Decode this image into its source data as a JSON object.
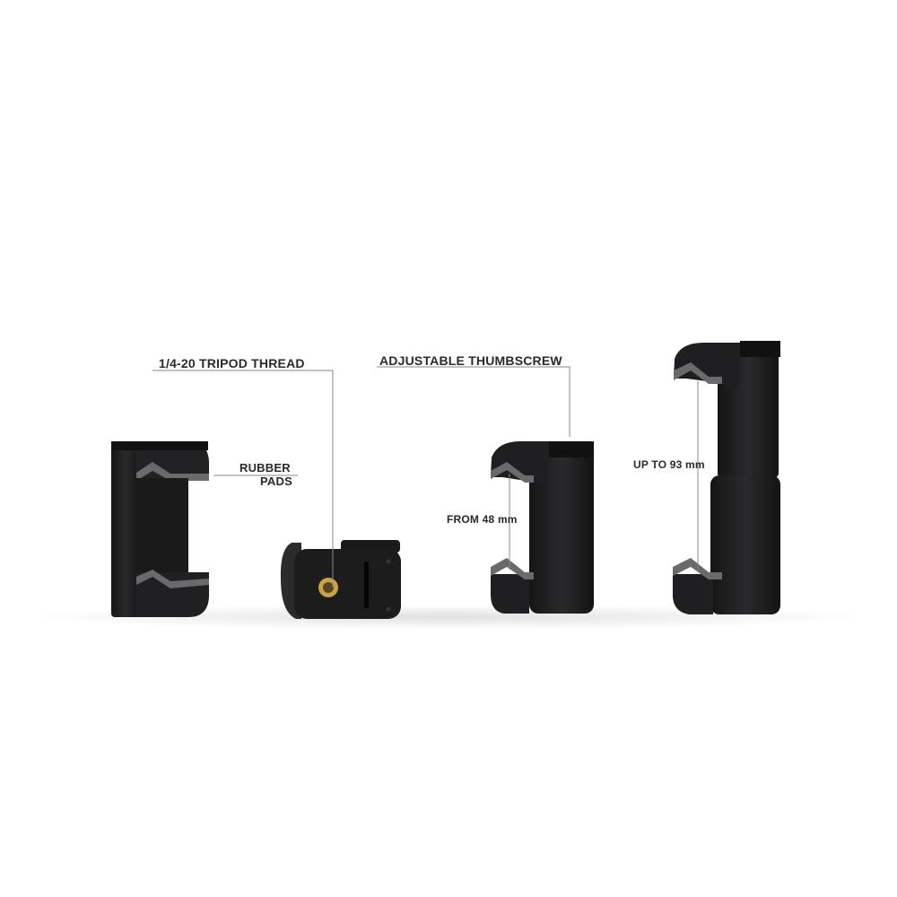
{
  "labels": {
    "tripod_thread": "1/4-20 TRIPOD THREAD",
    "thumbscrew": "ADJUSTABLE THUMBSCREW",
    "rubber": "RUBBER",
    "pads": "PADS",
    "from": "FROM 48 mm",
    "upto": "UP TO 93 mm"
  },
  "colors": {
    "body": "#1c1c1d",
    "pad": "#6a6a6c",
    "brass": "#c9a24a",
    "leader_line": "#8a8a8a"
  }
}
